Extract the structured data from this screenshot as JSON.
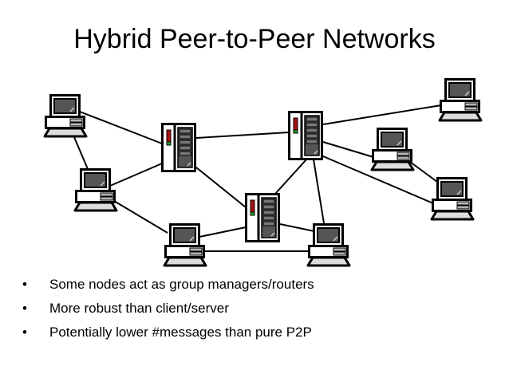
{
  "title": "Hybrid Peer-to-Peer Networks",
  "bullet_symbol": "•",
  "bullets": [
    "Some nodes act as group managers/routers",
    "More robust than client/server",
    "Potentially lower #messages than pure P2P"
  ],
  "colors": {
    "screen": "#555555",
    "drive": "#b5b5b5",
    "led_red": "#aa1111",
    "led_green": "#22aa22"
  }
}
